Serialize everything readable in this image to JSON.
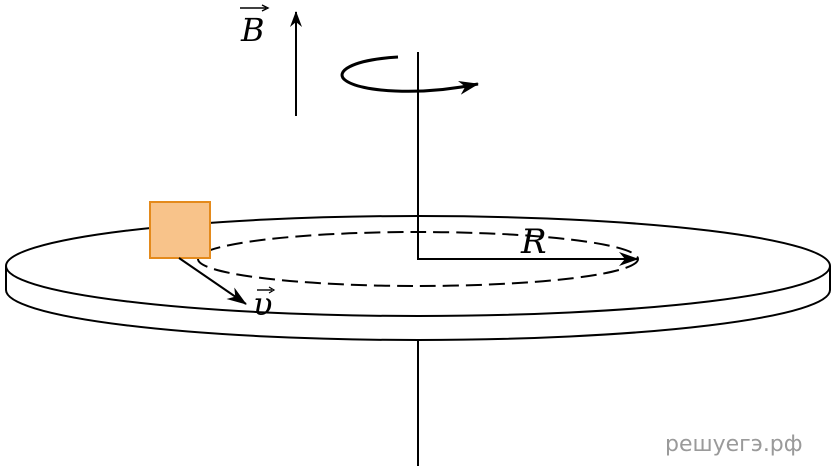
{
  "labels": {
    "field": "B",
    "radius": "R",
    "velocity": "υ"
  },
  "watermark": "решуегэ.рф",
  "colors": {
    "ink": "#000000",
    "block_fill": "#f8c38a",
    "block_stroke": "#e48a1c",
    "watermark": "#9a9a9a"
  }
}
